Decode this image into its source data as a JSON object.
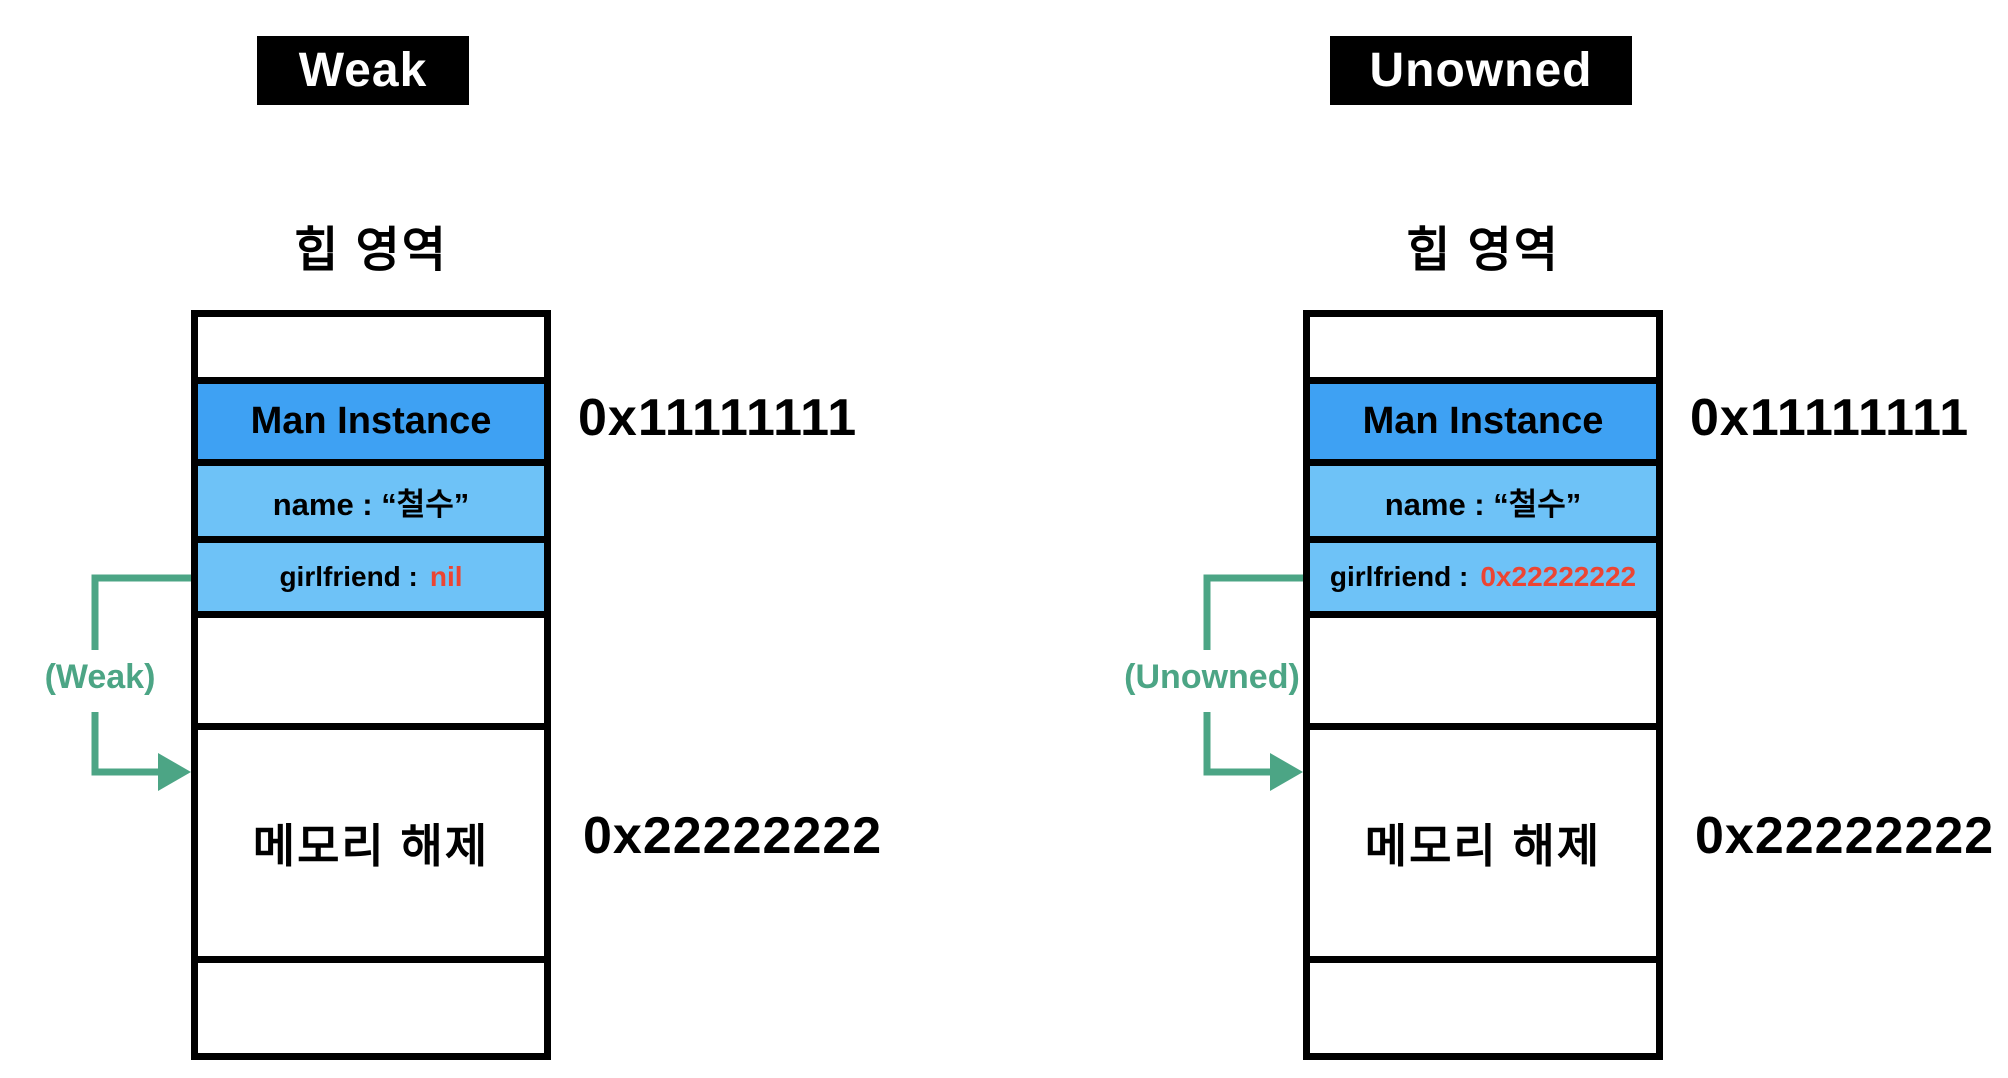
{
  "colors": {
    "instance_blue": "#3EA1F3",
    "property_blue": "#6EC2F7",
    "pointer_red": "#EC4533",
    "arrow_green": "#4CA585",
    "badge_black": "#000000"
  },
  "panels": [
    {
      "title": "Weak",
      "heap_heading": "힙 영역",
      "arrow_label": "(Weak)",
      "box": {
        "instance_label": "Man Instance",
        "name_label": "name : “철수”",
        "girlfriend_label": "girlfriend :",
        "girlfriend_value": "nil",
        "freed_label": "메모리 해제"
      },
      "addresses": {
        "instance": "0x11111111",
        "freed": "0x22222222"
      }
    },
    {
      "title": "Unowned",
      "heap_heading": "힙 영역",
      "arrow_label": "(Unowned)",
      "box": {
        "instance_label": "Man Instance",
        "name_label": "name : “철수”",
        "girlfriend_label": "girlfriend :",
        "girlfriend_value": "0x22222222",
        "freed_label": "메모리 해제"
      },
      "addresses": {
        "instance": "0x11111111",
        "freed": "0x22222222"
      }
    }
  ]
}
